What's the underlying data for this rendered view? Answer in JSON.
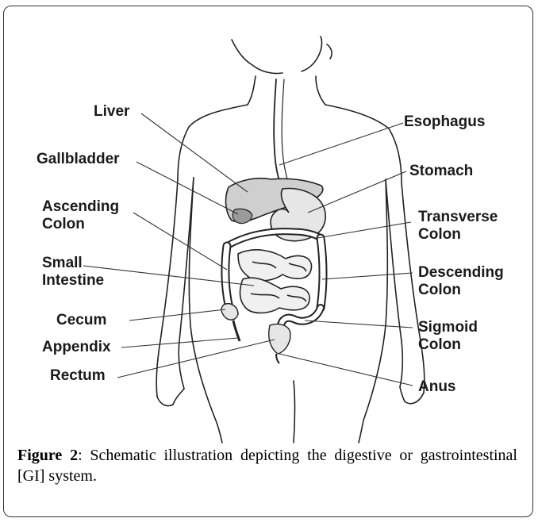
{
  "labels": {
    "liver": "Liver",
    "gallbladder": "Gallbladder",
    "ascending_colon": "Ascending\nColon",
    "small_intestine": "Small\nIntestine",
    "cecum": "Cecum",
    "appendix": "Appendix",
    "rectum": "Rectum",
    "esophagus": "Esophagus",
    "stomach": "Stomach",
    "transverse_colon": "Transverse\nColon",
    "descending_colon": "Descending\nColon",
    "sigmoid_colon": "Sigmoid\nColon",
    "anus": "Anus"
  },
  "caption": {
    "figure_label": "Figure 2",
    "text": ": Schematic illustration depicting the digestive or gastrointestinal [GI] system."
  },
  "colors": {
    "line": "#222222",
    "text": "#1a1a1a",
    "frame": "#333333",
    "organ_fill": "#e6e6e6",
    "liver_fill": "#cfcfcf"
  }
}
